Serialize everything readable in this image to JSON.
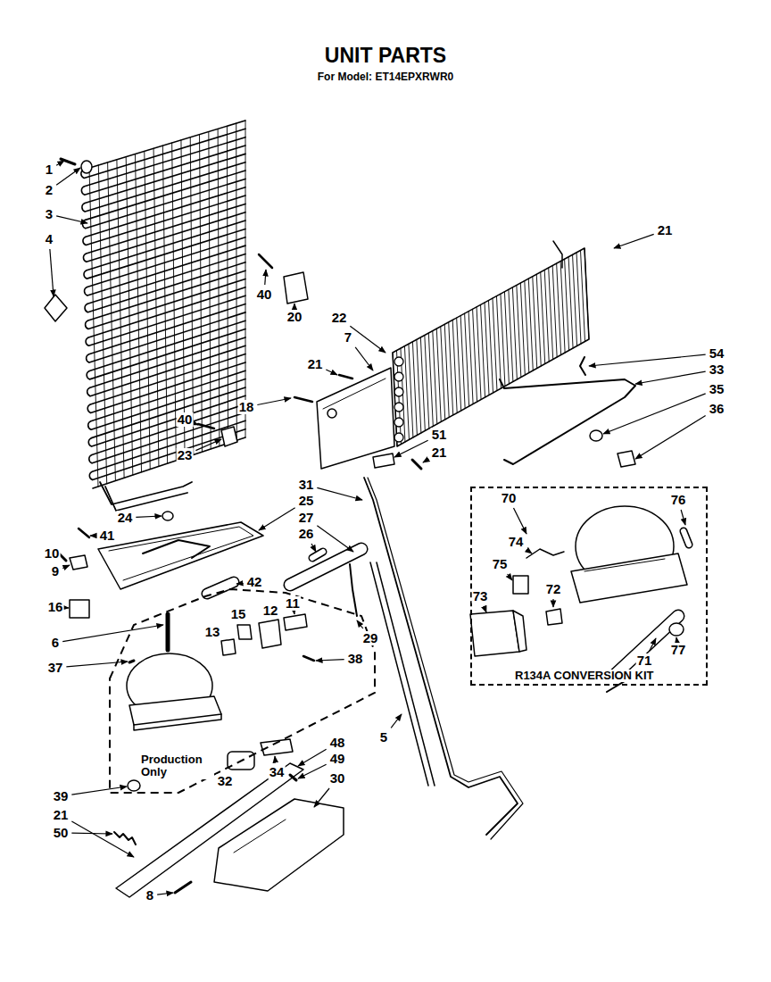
{
  "diagram": {
    "title": "UNIT PARTS",
    "nodes": [
      {
        "text": [
          "R134A CONVERSION KIT"
        ]
      },
      {
        "text": [
          "Production Only"
        ]
      }
    ],
    "labels": [
      "For Model: ET14EPXRWR0",
      "1",
      "2",
      "3",
      "4",
      "40",
      "20",
      "21",
      "22",
      "7",
      "21",
      "18",
      "54",
      "33",
      "35",
      "36",
      "40",
      "23",
      "51",
      "21",
      "31",
      "25",
      "27",
      "26",
      "70",
      "76",
      "74",
      "75",
      "73",
      "72",
      "71",
      "77",
      "24",
      "41",
      "10",
      "9",
      "16",
      "6",
      "37",
      "42",
      "11",
      "12",
      "15",
      "13",
      "29",
      "38",
      "5",
      "32",
      "34",
      "48",
      "49",
      "30",
      "39",
      "21",
      "50",
      "8"
    ]
  }
}
